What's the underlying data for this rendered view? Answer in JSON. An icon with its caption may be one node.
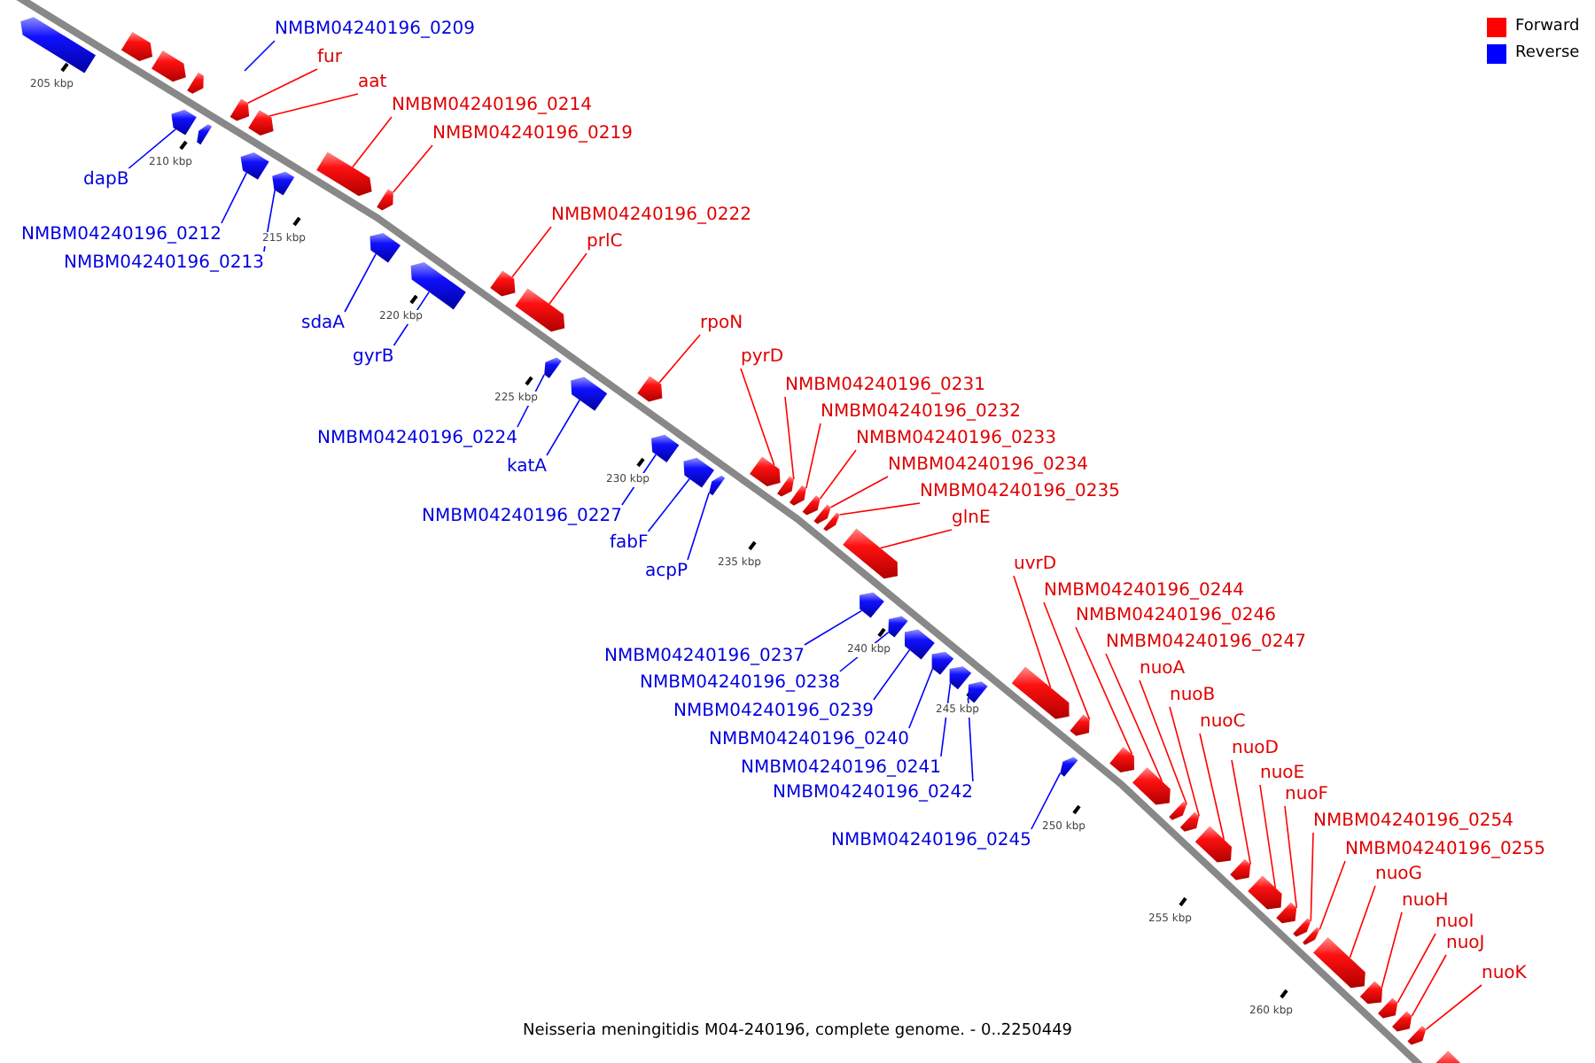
{
  "diagram": {
    "caption": "Neisseria meningitidis M04-240196, complete genome. - 0..2250449",
    "nodes": [
      {
        "text": [
          "NMBM04240196_0209"
        ]
      },
      {
        "text": [
          "dapB"
        ]
      },
      {
        "text": [],
        "shape": "bar"
      },
      {
        "text": [
          "fur"
        ]
      },
      {
        "text": [],
        "shape": "bar"
      },
      {
        "text": [
          "aat"
        ]
      },
      {
        "text": [],
        "shape": "bar"
      },
      {
        "text": [
          "NMBM04240196_0212"
        ]
      },
      {
        "text": [],
        "shape": "bar"
      },
      {
        "text": [
          "NMBM04240196_0213"
        ]
      },
      {
        "text": [],
        "shape": "bar"
      },
      {
        "text": [
          "NMBM04240196_0214"
        ]
      },
      {
        "text": [],
        "shape": "bar"
      },
      {
        "text": [
          "NMBM04240196_0219"
        ]
      },
      {
        "text": [],
        "shape": "bar"
      },
      {
        "text": [
          "sdaA"
        ]
      },
      {
        "text": [],
        "shape": "bar"
      },
      {
        "text": [
          "gyrB"
        ]
      },
      {
        "text": [],
        "shape": "bar"
      },
      {
        "text": [
          "NMBM04240196_0222"
        ]
      },
      {
        "text": [],
        "shape": "bar"
      },
      {
        "text": [
          "prlC"
        ]
      },
      {
        "text": [],
        "shape": "bar"
      },
      {
        "text": [
          "NMBM04240196_0224"
        ]
      },
      {
        "text": [],
        "shape": "bar"
      },
      {
        "text": [
          "katA"
        ]
      },
      {
        "text": [],
        "shape": "bar"
      },
      {
        "text": [
          "rpoN"
        ]
      },
      {
        "text": [],
        "shape": "bar"
      },
      {
        "text": [
          "NMBM04240196_0227"
        ]
      },
      {
        "text": [],
        "shape": "bar"
      },
      {
        "text": [
          "fabF"
        ]
      },
      {
        "text": [],
        "shape": "bar"
      },
      {
        "text": [
          "acpP"
        ]
      },
      {
        "text": [],
        "shape": "bar"
      },
      {
        "text": [
          "pyrD"
        ]
      },
      {
        "text": [],
        "shape": "bar"
      },
      {
        "text": [
          "NMBM04240196_0231"
        ]
      },
      {
        "text": [],
        "shape": "bar"
      },
      {
        "text": [
          "NMBM04240196_0232"
        ]
      },
      {
        "text": [],
        "shape": "bar"
      },
      {
        "text": [
          "NMBM04240196_0233"
        ]
      },
      {
        "text": [],
        "shape": "bar"
      },
      {
        "text": [
          "NMBM04240196_0234"
        ]
      },
      {
        "text": [],
        "shape": "bar"
      },
      {
        "text": [
          "NMBM04240196_0235"
        ]
      },
      {
        "text": [],
        "shape": "bar"
      },
      {
        "text": [
          "glnE"
        ]
      },
      {
        "text": [],
        "shape": "bar"
      },
      {
        "text": [
          "NMBM04240196_0237"
        ]
      },
      {
        "text": [],
        "shape": "bar"
      },
      {
        "text": [
          "NMBM04240196_0238"
        ]
      },
      {
        "text": [],
        "shape": "bar"
      },
      {
        "text": [
          "NMBM04240196_0239"
        ]
      },
      {
        "text": [],
        "shape": "bar"
      },
      {
        "text": [
          "NMBM04240196_0240"
        ]
      },
      {
        "text": [],
        "shape": "bar"
      },
      {
        "text": [
          "NMBM04240196_0241"
        ]
      },
      {
        "text": [],
        "shape": "bar"
      },
      {
        "text": [
          "NMBM04240196_0242"
        ]
      },
      {
        "text": [],
        "shape": "bar"
      },
      {
        "text": [
          "uvrD"
        ]
      },
      {
        "text": [],
        "shape": "bar"
      },
      {
        "text": [
          "NMBM04240196_0244"
        ]
      },
      {
        "text": [],
        "shape": "bar"
      },
      {
        "text": [
          "NMBM04240196_0245"
        ]
      },
      {
        "text": [],
        "shape": "bar"
      },
      {
        "text": [
          "NMBM04240196_0246"
        ]
      },
      {
        "text": [],
        "shape": "bar"
      },
      {
        "text": [
          "NMBM04240196_0247"
        ]
      },
      {
        "text": [],
        "shape": "bar"
      },
      {
        "text": [
          "nuoA"
        ]
      },
      {
        "text": [],
        "shape": "bar"
      },
      {
        "text": [
          "nuoB"
        ]
      },
      {
        "text": [],
        "shape": "bar"
      },
      {
        "text": [
          "nuoC"
        ]
      },
      {
        "text": [],
        "shape": "bar"
      },
      {
        "text": [
          "nuoD"
        ]
      },
      {
        "text": [],
        "shape": "bar"
      },
      {
        "text": [
          "nuoE"
        ]
      },
      {
        "text": [],
        "shape": "bar"
      },
      {
        "text": [
          "nuoF"
        ]
      },
      {
        "text": [],
        "shape": "bar"
      },
      {
        "text": [
          "NMBM04240196_0254"
        ]
      },
      {
        "text": [],
        "shape": "bar"
      },
      {
        "text": [
          "NMBM04240196_0255"
        ]
      },
      {
        "text": [],
        "shape": "bar"
      },
      {
        "text": [
          "nuoG"
        ]
      },
      {
        "text": [],
        "shape": "bar"
      },
      {
        "text": [
          "nuoH"
        ]
      },
      {
        "text": [],
        "shape": "bar"
      },
      {
        "text": [
          "nuoI"
        ]
      },
      {
        "text": [],
        "shape": "bar"
      },
      {
        "text": [
          "nuoJ"
        ]
      },
      {
        "text": [],
        "shape": "bar"
      },
      {
        "text": [
          "nuoK"
        ]
      },
      {
        "text": [],
        "shape": "bar"
      },
      {
        "text": [],
        "shape": "bar"
      },
      {
        "text": [],
        "shape": "bar"
      },
      {
        "text": [],
        "shape": "bar"
      },
      {
        "text": [],
        "shape": "bar"
      },
      {
        "text": [],
        "shape": "bar"
      },
      {
        "text": [],
        "shape": "bar"
      }
    ],
    "edges": [
      {
        "from": 0,
        "to": null,
        "arrow": "none",
        "color": "#0000ff"
      },
      {
        "from": 1,
        "to": 2,
        "arrow": "none",
        "color": "#0000ff"
      },
      {
        "from": 3,
        "to": 4,
        "arrow": "none"
      },
      {
        "from": 5,
        "to": 6,
        "arrow": "none"
      },
      {
        "from": 7,
        "to": 8,
        "arrow": "none",
        "color": "#0000ff"
      },
      {
        "from": 9,
        "to": 10,
        "arrow": "none",
        "color": "#0000ff"
      },
      {
        "from": 11,
        "to": 12,
        "arrow": "none"
      },
      {
        "from": 13,
        "to": 14,
        "arrow": "none"
      },
      {
        "from": 15,
        "to": 16,
        "arrow": "none",
        "color": "#0000ff"
      },
      {
        "from": 17,
        "to": 18,
        "arrow": "none",
        "color": "#0000ff"
      },
      {
        "from": 19,
        "to": 20,
        "arrow": "none"
      },
      {
        "from": 21,
        "to": 22,
        "arrow": "none"
      },
      {
        "from": 23,
        "to": 24,
        "arrow": "none",
        "color": "#0000ff"
      },
      {
        "from": 25,
        "to": 26,
        "arrow": "none",
        "color": "#0000ff"
      },
      {
        "from": 27,
        "to": 28,
        "arrow": "none"
      },
      {
        "from": 29,
        "to": 30,
        "arrow": "none",
        "color": "#0000ff"
      },
      {
        "from": 31,
        "to": 32,
        "arrow": "none",
        "color": "#0000ff"
      },
      {
        "from": 33,
        "to": 34,
        "arrow": "none",
        "color": "#0000ff"
      },
      {
        "from": 35,
        "to": 36,
        "arrow": "none"
      },
      {
        "from": 37,
        "to": 38,
        "arrow": "none"
      },
      {
        "from": 39,
        "to": 40,
        "arrow": "none"
      },
      {
        "from": 41,
        "to": 42,
        "arrow": "none"
      },
      {
        "from": 43,
        "to": 44,
        "arrow": "none"
      },
      {
        "from": 45,
        "to": 46,
        "arrow": "none"
      },
      {
        "from": 47,
        "to": 48,
        "arrow": "none"
      },
      {
        "from": 49,
        "to": 50,
        "arrow": "none",
        "color": "#0000ff"
      },
      {
        "from": 51,
        "to": 52,
        "arrow": "none",
        "color": "#0000ff"
      },
      {
        "from": 53,
        "to": 54,
        "arrow": "none",
        "color": "#0000ff"
      },
      {
        "from": 55,
        "to": 56,
        "arrow": "none",
        "color": "#0000ff"
      },
      {
        "from": 57,
        "to": 58,
        "arrow": "none",
        "color": "#0000ff"
      },
      {
        "from": 59,
        "to": 60,
        "arrow": "none",
        "color": "#0000ff"
      },
      {
        "from": 61,
        "to": 62,
        "arrow": "none"
      },
      {
        "from": 63,
        "to": 64,
        "arrow": "none"
      },
      {
        "from": 65,
        "to": 66,
        "arrow": "none",
        "color": "#0000ff"
      },
      {
        "from": 67,
        "to": 68,
        "arrow": "none"
      },
      {
        "from": 69,
        "to": 70,
        "arrow": "none"
      },
      {
        "from": 71,
        "to": 72,
        "arrow": "none"
      },
      {
        "from": 73,
        "to": 74,
        "arrow": "none"
      },
      {
        "from": 75,
        "to": 76,
        "arrow": "none"
      },
      {
        "from": 77,
        "to": 78,
        "arrow": "none"
      },
      {
        "from": 79,
        "to": 80,
        "arrow": "none"
      },
      {
        "from": 81,
        "to": 82,
        "arrow": "none"
      },
      {
        "from": 83,
        "to": 84,
        "arrow": "none"
      },
      {
        "from": 85,
        "to": 86,
        "arrow": "none"
      },
      {
        "from": 87,
        "to": 88,
        "arrow": "none"
      },
      {
        "from": 89,
        "to": 90,
        "arrow": "none"
      },
      {
        "from": 91,
        "to": 92,
        "arrow": "none"
      },
      {
        "from": 93,
        "to": 94,
        "arrow": "none"
      },
      {
        "from": 95,
        "to": 96,
        "arrow": "none"
      }
    ],
    "labels": [
      "205 kbp",
      "210 kbp",
      "215 kbp",
      "220 kbp",
      "225 kbp",
      "230 kbp",
      "235 kbp",
      "240 kbp",
      "245 kbp",
      "250 kbp",
      "255 kbp",
      "260 kbp"
    ],
    "legend": [
      {
        "text": "Forward",
        "color": "#ff0000"
      },
      {
        "text": "Reverse",
        "color": "#0000ff"
      }
    ]
  }
}
